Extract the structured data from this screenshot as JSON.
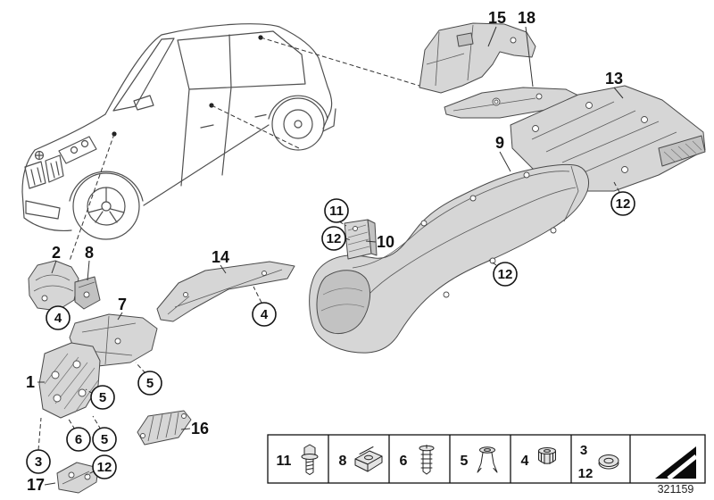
{
  "meta": {
    "doc_number": "321159"
  },
  "colors": {
    "background": "#ffffff",
    "line_art": "#4a4a4a",
    "part_fill": "#d6d6d6",
    "callout_text": "#111111"
  },
  "callouts": {
    "n1": "1",
    "n2": "2",
    "n3": "3",
    "n4": "4",
    "n5": "5",
    "n6": "6",
    "n7": "7",
    "n8": "8",
    "n9": "9",
    "n10": "10",
    "n11": "11",
    "n12": "12",
    "n13": "13",
    "n14": "14",
    "n15": "15",
    "n16": "16",
    "n17": "17",
    "n18": "18"
  },
  "legend": {
    "items": [
      {
        "label": "11",
        "icon": "hex-flange-screw"
      },
      {
        "label": "8",
        "icon": "speed-nut-clip"
      },
      {
        "label": "6",
        "icon": "expansion-rivet"
      },
      {
        "label": "5",
        "icon": "push-clip"
      },
      {
        "label": "4",
        "icon": "plastic-nut"
      },
      {
        "label": "3",
        "label_secondary": "12",
        "icon": "grommet-washer"
      },
      {
        "label": "",
        "icon": "travel-direction-arrow"
      }
    ]
  }
}
